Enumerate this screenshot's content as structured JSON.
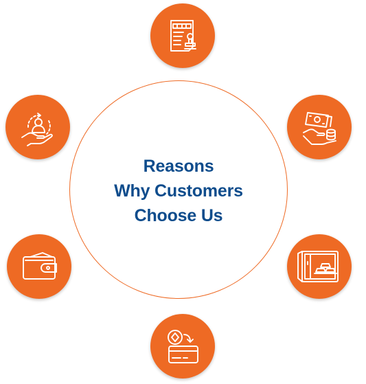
{
  "center": {
    "title_lines": [
      "Reasons",
      "Why Customers",
      "Choose Us"
    ]
  },
  "colors": {
    "accent": "#ee6a24",
    "title": "#0e4c8c",
    "icon_stroke": "#ffffff"
  },
  "icons": [
    "document-stamp-icon",
    "hand-customer-cycle-icon",
    "hand-money-icon",
    "wallet-icon",
    "safe-gold-icon",
    "card-exchange-icon"
  ]
}
